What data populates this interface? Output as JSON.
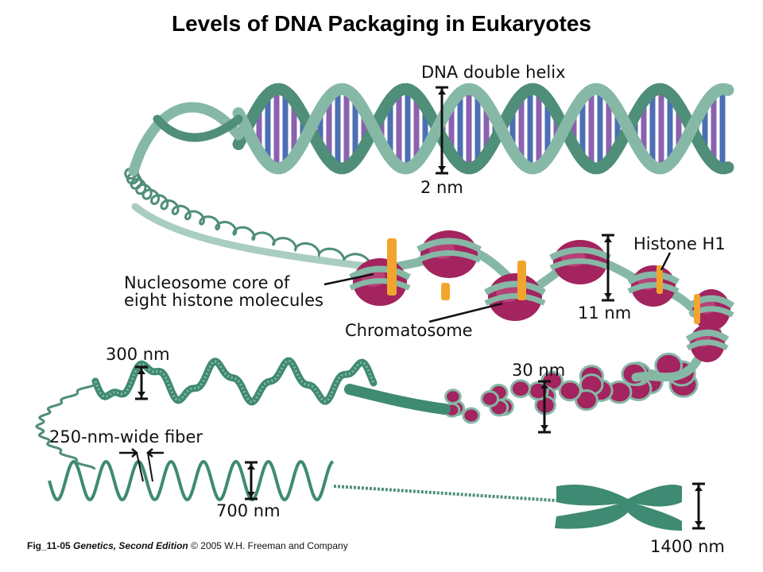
{
  "title": "Levels of DNA Packaging in Eukaryotes",
  "labels": {
    "helix": "DNA double helix",
    "nm2": "2 nm",
    "histone_h1": "Histone H1",
    "nucleosome_line1": "Nucleosome core of",
    "nucleosome_line2": "eight histone molecules",
    "chromatosome": "Chromatosome",
    "nm11": "11 nm",
    "nm300": "300 nm",
    "nm30": "30 nm",
    "fiber250": "250-nm-wide fiber",
    "nm700": "700 nm",
    "nm1400": "1400 nm"
  },
  "caption": {
    "fig": "Fig_11-05",
    "book": "Genetics, Second Edition",
    "rest": "© 2005 W.H. Freeman and Company"
  },
  "colors": {
    "strand": "#86b8a6",
    "strand_dark": "#4f8e78",
    "base_blue": "#4c6fb3",
    "base_purple": "#8a62b0",
    "histone": "#a3245f",
    "histone_light": "#c85a8a",
    "h1": "#f2a52e",
    "fiber": "#3f8a72"
  }
}
